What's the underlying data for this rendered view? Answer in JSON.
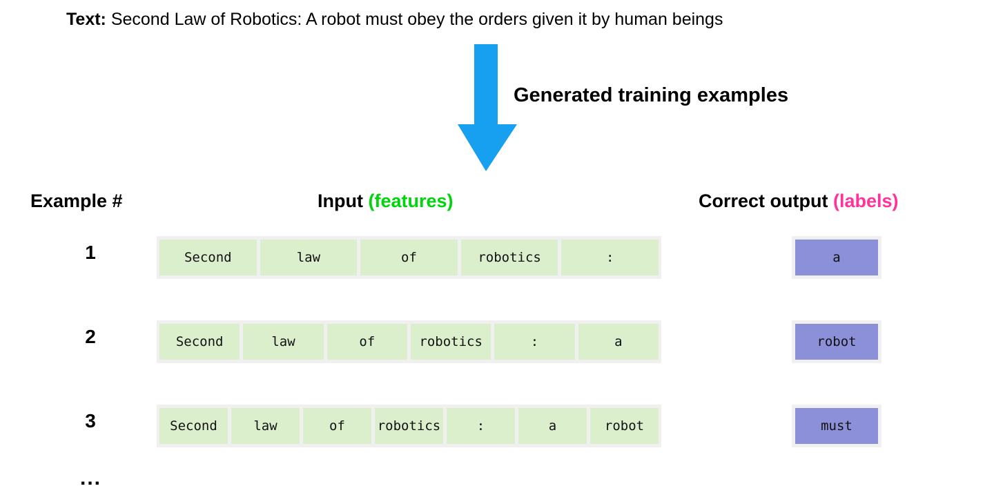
{
  "colors": {
    "arrow_blue": "#18a0f0",
    "feature_cell": "#dcefcd",
    "strip_background": "#f0f0f0",
    "label_cell": "#8b90d8",
    "features_accent": "#00d40a",
    "labels_accent": "#ff3399",
    "text": "#000000"
  },
  "header": {
    "label": "Text:",
    "sentence": "Second Law of Robotics: A robot must obey the orders given it by human beings"
  },
  "arrow": {
    "icon": "arrow-down-icon",
    "caption": "Generated training examples"
  },
  "columns": {
    "example": "Example #",
    "input_main": "Input",
    "input_accent": "(features)",
    "output_main": "Correct output",
    "output_accent": "(labels)"
  },
  "rows": [
    {
      "number": "1",
      "features": [
        "Second",
        "law",
        "of",
        "robotics",
        ":"
      ],
      "label": "a"
    },
    {
      "number": "2",
      "features": [
        "Second",
        "law",
        "of",
        "robotics",
        ":",
        "a"
      ],
      "label": "robot"
    },
    {
      "number": "3",
      "features": [
        "Second",
        "law",
        "of",
        "robotics",
        ":",
        "a",
        "robot"
      ],
      "label": "must"
    }
  ],
  "continuation": "..."
}
